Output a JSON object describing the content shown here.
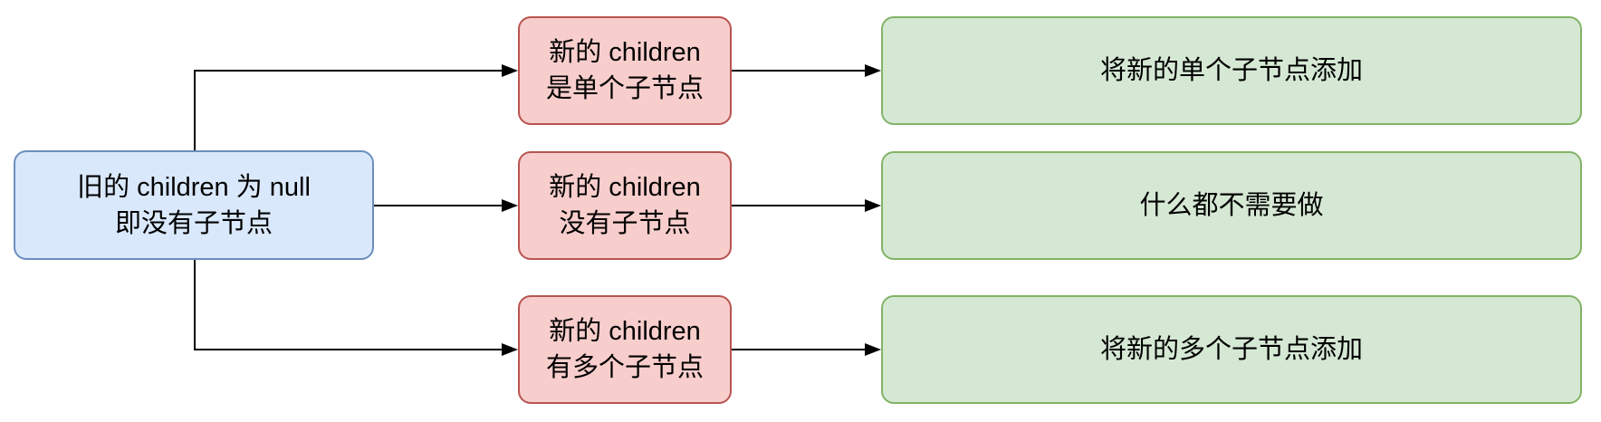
{
  "diagram": {
    "root": {
      "lines": [
        "旧的 children 为 null",
        "即没有子节点"
      ]
    },
    "conditions": [
      {
        "lines": [
          "新的 children",
          "是单个子节点"
        ]
      },
      {
        "lines": [
          "新的 children",
          "没有子节点"
        ]
      },
      {
        "lines": [
          "新的 children",
          "有多个子节点"
        ]
      }
    ],
    "actions": [
      {
        "lines": [
          "将新的单个子节点添加"
        ]
      },
      {
        "lines": [
          "什么都不需要做"
        ]
      },
      {
        "lines": [
          "将新的多个子节点添加"
        ]
      }
    ],
    "colors": {
      "background": "#ffffff",
      "text": "#000000",
      "connector": "#000000",
      "root_fill": "#dae8fc",
      "root_stroke": "#6c8ebf",
      "condition_fill": "#f8cecc",
      "condition_stroke": "#b85450",
      "action_fill": "#d5e8d4",
      "action_stroke": "#82b366"
    }
  }
}
